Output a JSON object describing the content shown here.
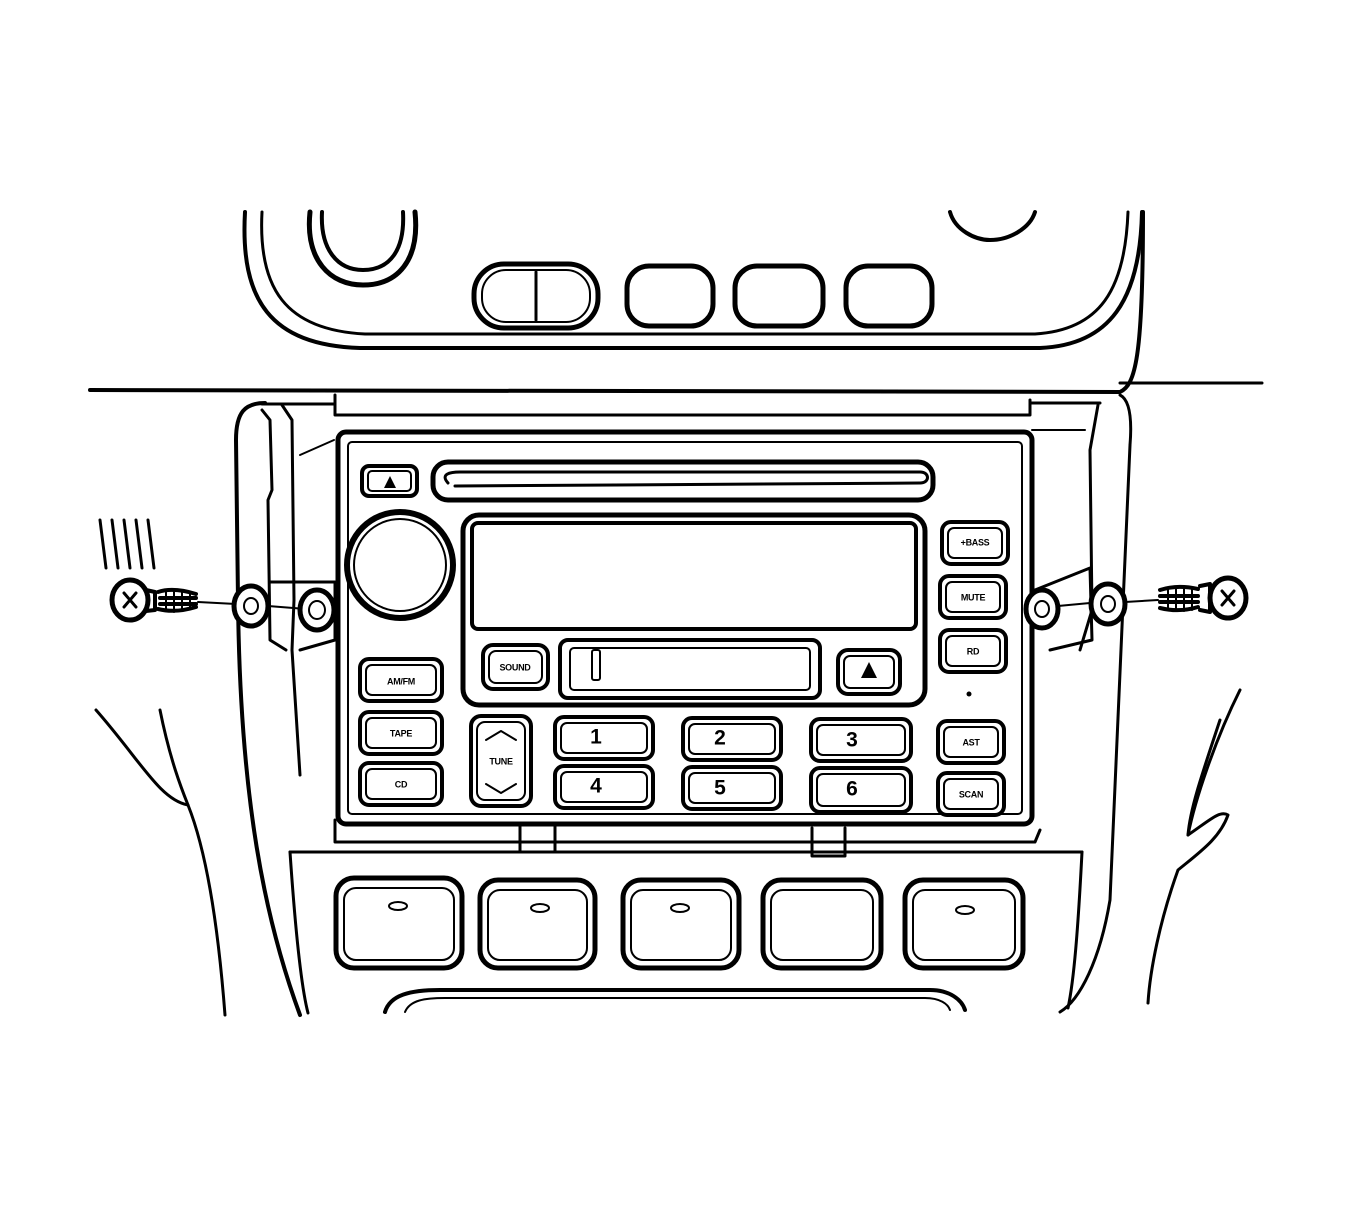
{
  "radio": {
    "left_buttons": [
      {
        "id": "am-fm",
        "label": "AM/FM"
      },
      {
        "id": "tape",
        "label": "TAPE"
      },
      {
        "id": "cd",
        "label": "CD"
      }
    ],
    "right_buttons": [
      {
        "id": "bass",
        "label": "+BASS"
      },
      {
        "id": "mute",
        "label": "MUTE"
      },
      {
        "id": "rd",
        "label": "RD"
      },
      {
        "id": "ast",
        "label": "AST"
      },
      {
        "id": "scan",
        "label": "SCAN"
      }
    ],
    "sound_label": "SOUND",
    "tune_label": "TUNE",
    "presets": [
      "1",
      "2",
      "3",
      "4",
      "5",
      "6"
    ]
  }
}
